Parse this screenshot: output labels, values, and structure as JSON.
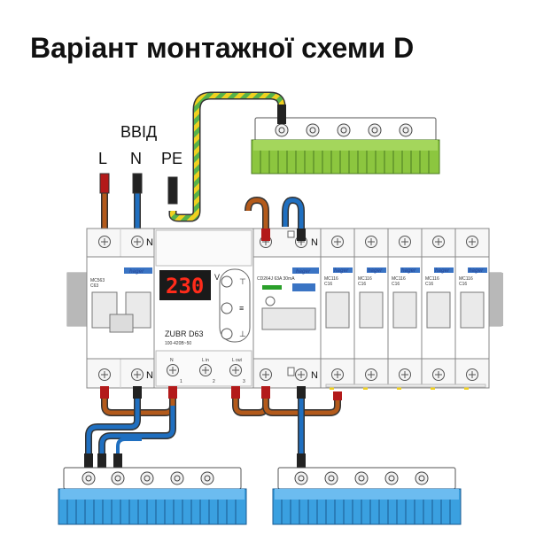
{
  "title": "Варіант монтажної схеми D",
  "labels": {
    "input": "ВВІД",
    "l": "L",
    "n": "N",
    "pe": "PE",
    "n_terminal": "N"
  },
  "devices": {
    "main_breaker": {
      "model": "MC563",
      "rating": "C63",
      "brand": "hager"
    },
    "relay": {
      "model": "ZUBR D63",
      "display": "230",
      "unit": "V",
      "spec": "100-420В~50",
      "term_n": "N",
      "term_l_in": "L in",
      "term_l_out": "L out",
      "num1": "1",
      "num2": "2",
      "num3": "3"
    },
    "rcd": {
      "model": "CD264J 63A 30mA",
      "brand": "hager"
    },
    "branch_breakers": [
      {
        "model": "MC116",
        "rating": "C16",
        "brand": "hager"
      },
      {
        "model": "MC116",
        "rating": "C16",
        "brand": "hager"
      },
      {
        "model": "MC116",
        "rating": "C16",
        "brand": "hager"
      },
      {
        "model": "MC116",
        "rating": "C16",
        "brand": "hager"
      },
      {
        "model": "MC116",
        "rating": "C16",
        "brand": "hager"
      }
    ]
  },
  "colors": {
    "phase": "#b35a1b",
    "neutral": "#1f6fc0",
    "earth_green": "#56b24a",
    "earth_yellow": "#f0d020",
    "bus_green": "#8cc63f",
    "bus_blue": "#3aa0e0",
    "display_red": "#ff2b1a"
  }
}
